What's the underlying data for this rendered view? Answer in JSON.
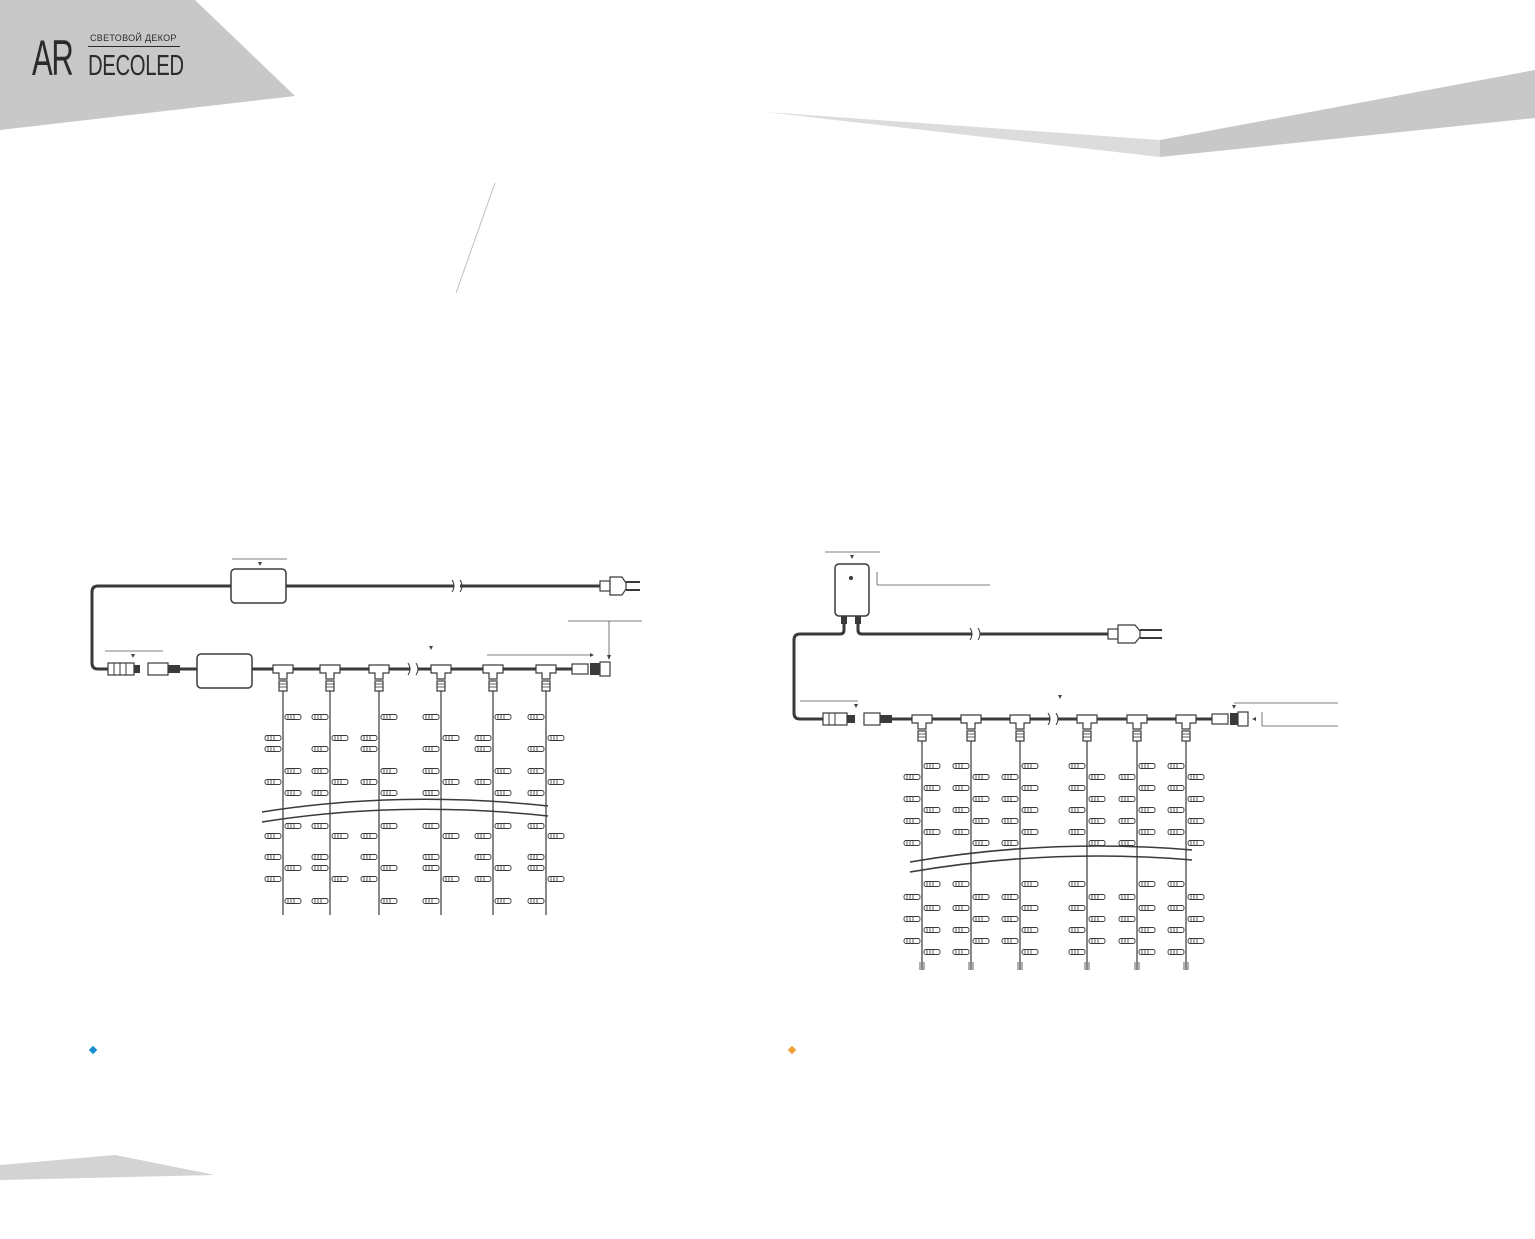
{
  "brand": {
    "logo_mark": "AR",
    "logo_word": "DECOLED",
    "tagline": "СВЕТОВОЙ ДЕКОР"
  },
  "colors": {
    "banner_gray": "#c8c8c8",
    "banner_light": "#dcdcdc",
    "line": "#3a3a3a",
    "accent_blue": "#1a8fd0",
    "accent_orange": "#f0a030"
  },
  "diagrams": [
    {
      "id": "left",
      "title": "",
      "controller_boxes": 2,
      "icons": [
        "power-plug-icon",
        "connector-icon",
        "t-splitter-icon",
        "led-bulb-icon"
      ],
      "strands": 6,
      "bullet_color": "blue"
    },
    {
      "id": "right",
      "title": "",
      "controller_boxes": 1,
      "icons": [
        "power-plug-icon",
        "connector-icon",
        "t-splitter-icon",
        "led-bulb-icon",
        "indicator-led-icon"
      ],
      "strands": 6,
      "bullet_color": "orange"
    }
  ]
}
